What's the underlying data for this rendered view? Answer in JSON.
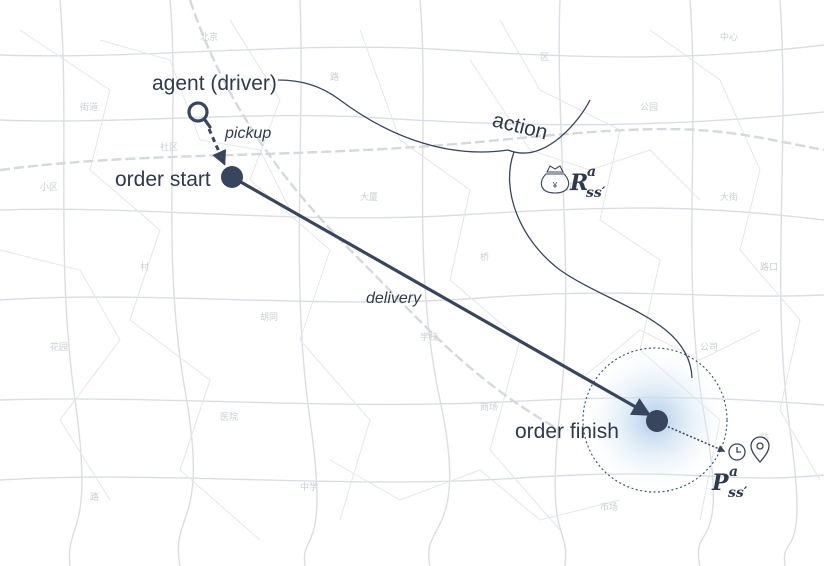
{
  "labels": {
    "agent": "agent (driver)",
    "pickup": "pickup",
    "order_start": "order start",
    "delivery": "delivery",
    "action": "action",
    "order_finish": "order finish"
  },
  "reward": {
    "symbol": "R",
    "superscript": "a",
    "subscript": "ss′"
  },
  "transition": {
    "symbol": "P",
    "superscript": "a",
    "subscript": "ss′"
  },
  "icons": {
    "agent": "magnifier-icon",
    "reward": "money-bag-icon",
    "time": "clock-icon",
    "location": "location-pin-icon"
  },
  "colors": {
    "primary": "#37455f",
    "map_road": "#d9dde3",
    "map_text": "#c4c9d1",
    "glow": "#bcd6ee"
  }
}
